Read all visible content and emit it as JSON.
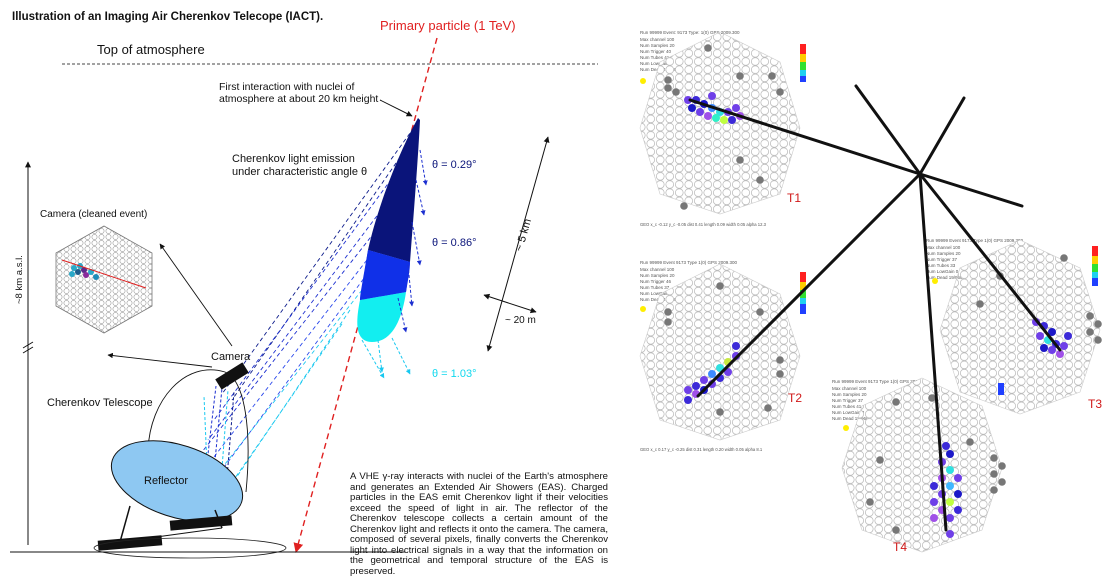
{
  "figure_title": "Illustration of an Imaging Air Cherenkov Telecope (IACT).",
  "labels": {
    "primary_particle": "Primary particle (1 TeV)",
    "top_of_atmosphere": "Top of atmosphere",
    "first_interaction_line1": "First interaction with nuclei of",
    "first_interaction_line2": "atmosphere at about 20 km height",
    "emission_line1": "Cherenkov light emission",
    "emission_line2": "under characteristic angle θ",
    "theta1": "θ = 0.29°",
    "theta2": "θ = 0.86°",
    "theta3": "θ = 1.03°",
    "dist_5km": "~ 5 km",
    "dist_20m": "~ 20 m",
    "height": "~8 km a.s.l.",
    "camera_cleaned": "Camera (cleaned event)",
    "camera": "Camera",
    "cherenkov_telescope": "Cherenkov Telescope",
    "reflector": "Reflector"
  },
  "description": "A VHE γ-ray interacts with nuclei of the Earth's atmosphere and generates an Extended Air Showers (EAS). Charged particles in the EAS emit Cherenkov light if their velocities exceed the speed of light in air. The reflector of the Cherenkov telescope collects a certain amount of the Cherenkov light and reflects it onto the camera. The camera, composed of several pixels, finally converts the Cherenkov light into electrical signals in a way that the information on the geometrical and temporal structure of the EAS is preserved.",
  "telescopes": [
    {
      "label": "T1"
    },
    {
      "label": "T2"
    },
    {
      "label": "T3"
    },
    {
      "label": "T4"
    }
  ],
  "colors": {
    "primary_line": "#e02020",
    "shower_dark": "#0a147a",
    "shower_mid": "#1030e8",
    "shower_light": "#12eef0",
    "reflector_fill": "#8ec8f2",
    "telescope_label": "#d01818",
    "theta_dark": "#0a147a",
    "theta_light": "#10d8ee"
  }
}
